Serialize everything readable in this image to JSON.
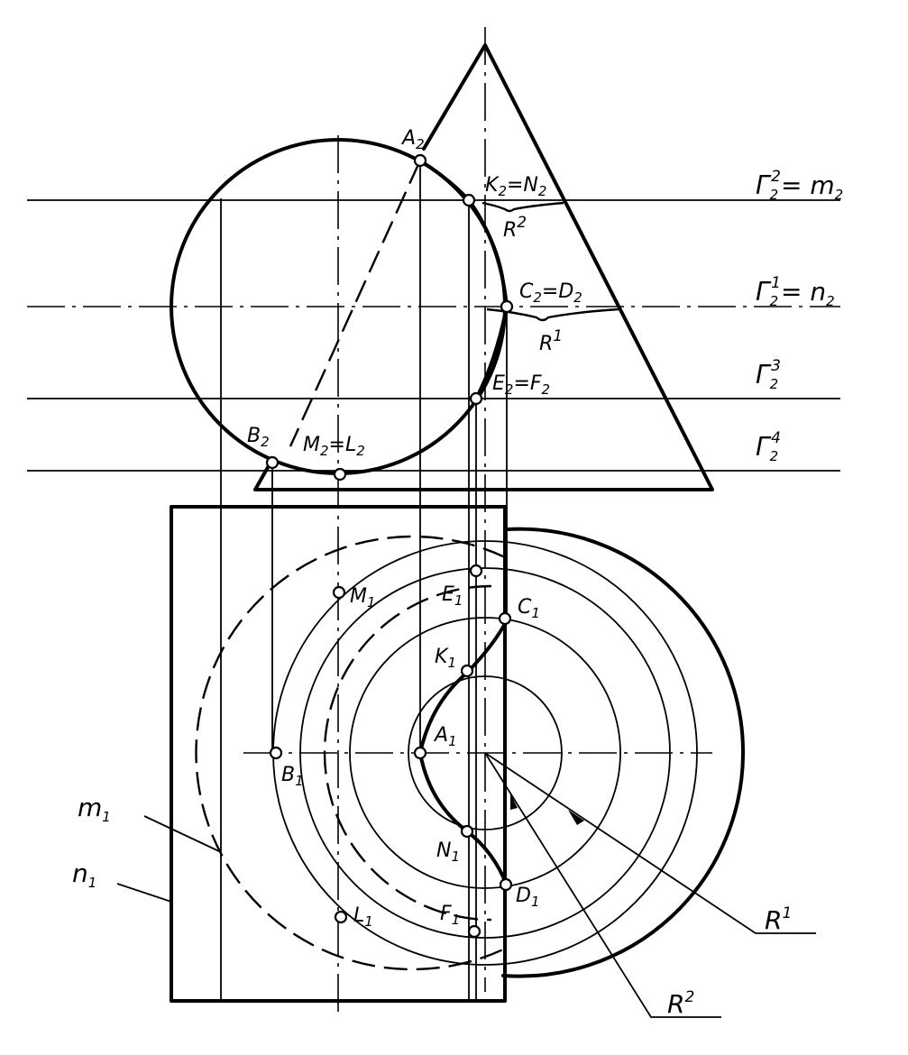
{
  "labels": {
    "A2": {
      "main": "A",
      "sub": "2"
    },
    "K2N2": {
      "main": "K",
      "sub": "2",
      "eq": "=N",
      "sub2": "2"
    },
    "C2D2": {
      "main": "C",
      "sub": "2",
      "eq": "=D",
      "sub2": "2"
    },
    "E2F2": {
      "main": "E",
      "sub": "2",
      "eq": "=F",
      "sub2": "2"
    },
    "B2": {
      "main": "B",
      "sub": "2"
    },
    "M2L2": {
      "main": "M",
      "sub": "2",
      "eq": "=L",
      "sub2": "2"
    },
    "E1": {
      "main": "E",
      "sub": "1"
    },
    "C1": {
      "main": "C",
      "sub": "1"
    },
    "K1": {
      "main": "K",
      "sub": "1"
    },
    "A1": {
      "main": "A",
      "sub": "1"
    },
    "M1": {
      "main": "M",
      "sub": "1"
    },
    "B1": {
      "main": "B",
      "sub": "1"
    },
    "N1": {
      "main": "N",
      "sub": "1"
    },
    "D1": {
      "main": "D",
      "sub": "1"
    },
    "F1": {
      "main": "F",
      "sub": "1"
    },
    "L1": {
      "main": "L",
      "sub": "1"
    },
    "R2_top": {
      "main": "R",
      "sup": "2"
    },
    "R1_top": {
      "main": "R",
      "sup": "1"
    },
    "R1_bottom": {
      "main": "R",
      "sup": "1"
    },
    "R2_bottom": {
      "main": "R",
      "sup": "2"
    },
    "G22": {
      "main": "Γ",
      "sub": "2",
      "sup": "2",
      "eq": "= m",
      "sub2": "2"
    },
    "G21": {
      "main": "Γ",
      "sub": "2",
      "sup": "1",
      "eq": "= n",
      "sub2": "2"
    },
    "G23": {
      "main": "Γ",
      "sub": "2",
      "sup": "3"
    },
    "G24": {
      "main": "Γ",
      "sub": "2",
      "sup": "4"
    },
    "m1": {
      "main": "m",
      "sub": "1"
    },
    "n1": {
      "main": "n",
      "sub": "1"
    }
  }
}
